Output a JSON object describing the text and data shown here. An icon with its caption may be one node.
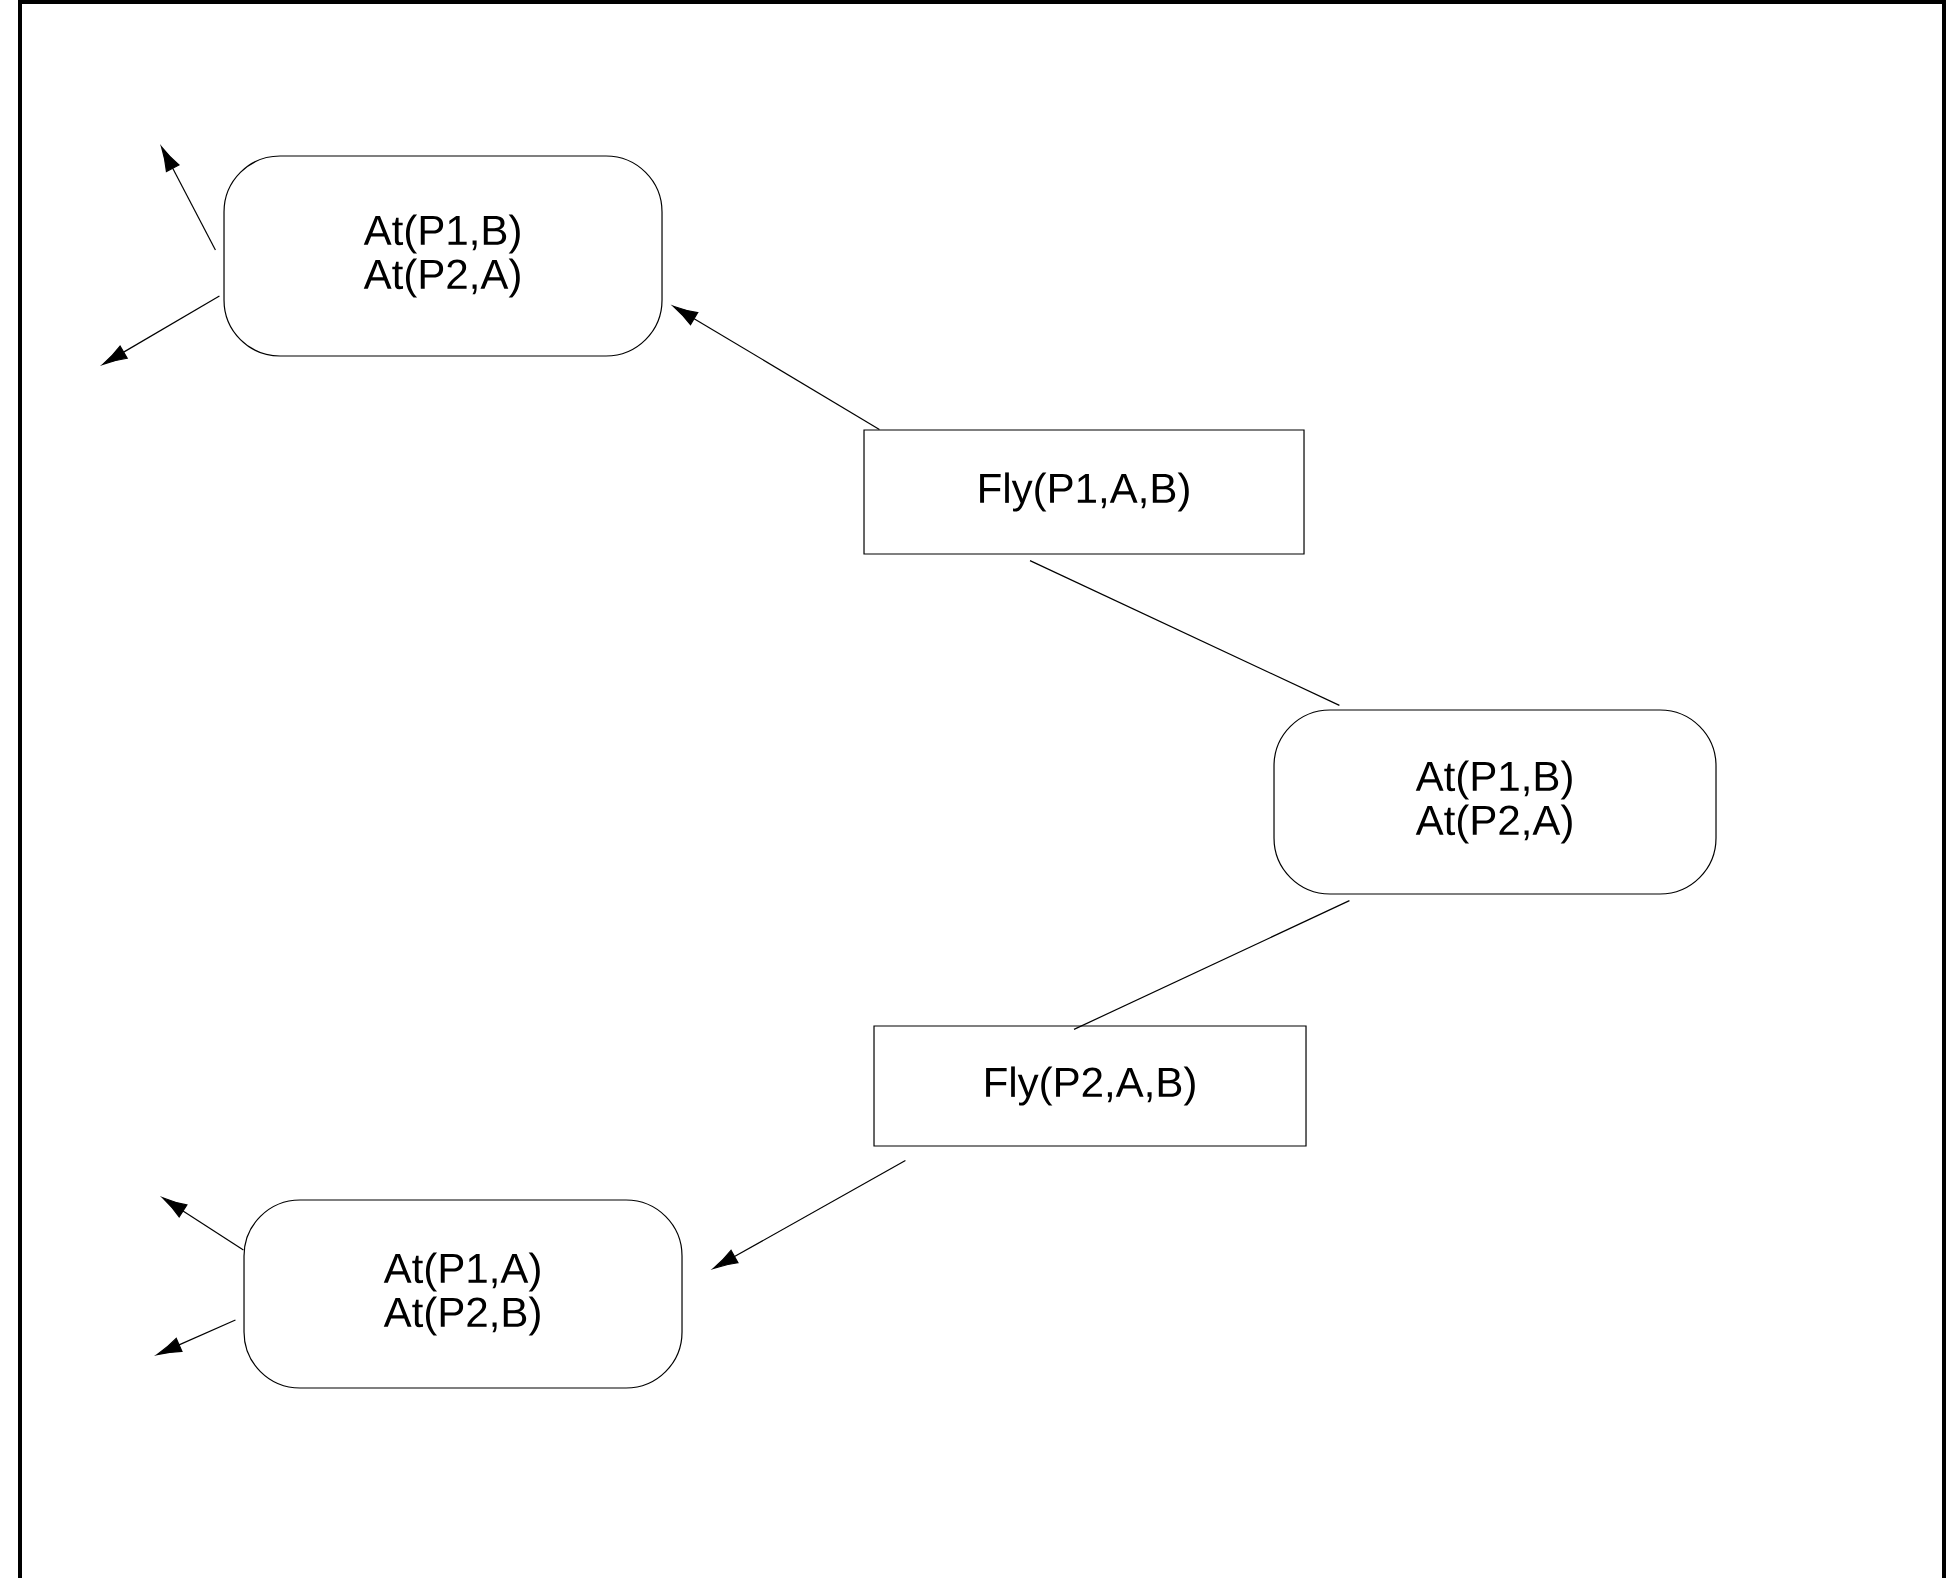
{
  "diagram": {
    "nodes": [
      {
        "text": [
          "At(P1,B)",
          "At(P2,A)"
        ]
      },
      {
        "text": [
          "Fly(P1,A,B)"
        ]
      },
      {
        "text": [
          "At(P1,B)",
          "At(P2,A)"
        ]
      },
      {
        "text": [
          "Fly(P2,A,B)"
        ]
      },
      {
        "text": [
          "At(P1,A)",
          "At(P2,B)"
        ]
      }
    ],
    "edges": [
      {
        "from": 1,
        "to": 0,
        "arrow": "to"
      },
      {
        "from": 1,
        "to": 2,
        "arrow": "none"
      },
      {
        "from": 2,
        "to": 3,
        "arrow": "none"
      },
      {
        "from": 3,
        "to": 4,
        "arrow": "to"
      },
      {
        "from": 0,
        "to": null,
        "arrow": "to"
      },
      {
        "from": 0,
        "to": null,
        "arrow": "to"
      },
      {
        "from": 4,
        "to": null,
        "arrow": "to"
      },
      {
        "from": 4,
        "to": null,
        "arrow": "to"
      }
    ]
  }
}
